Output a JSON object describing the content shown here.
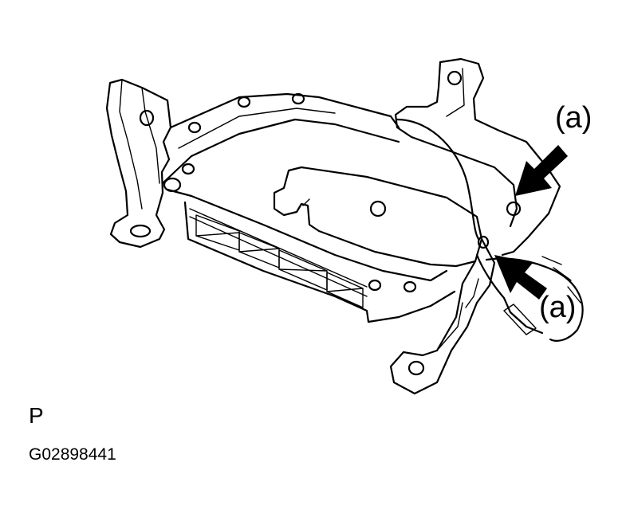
{
  "diagram": {
    "callouts": [
      "(a)",
      "(a)"
    ],
    "view_letter": "P",
    "figure_code": "G02898441"
  },
  "colors": {
    "line": "#000000",
    "background": "#ffffff"
  }
}
